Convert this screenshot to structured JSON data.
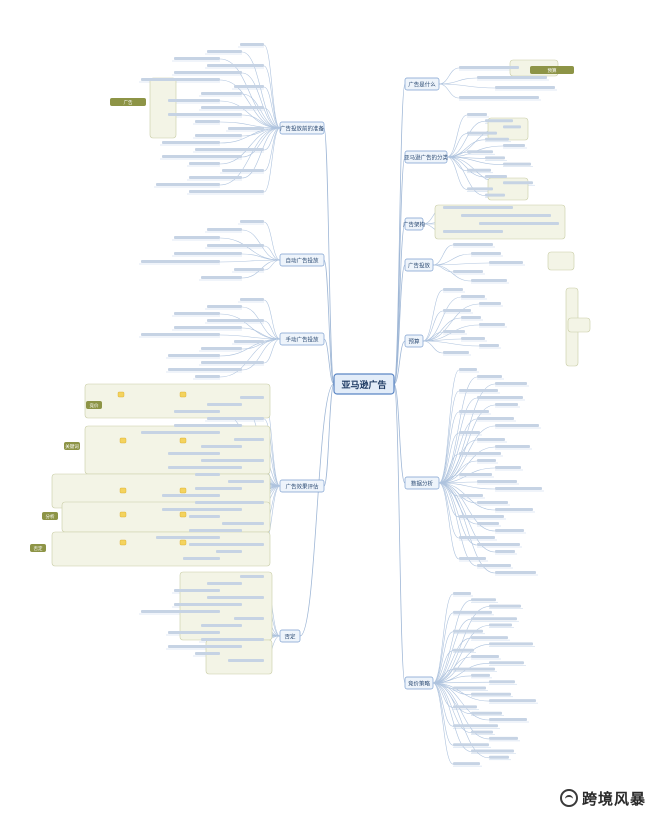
{
  "mindmap": {
    "center": "亚马逊广告",
    "branches": {
      "r1": "广告是什么",
      "r2": "亚马逊广告的分类",
      "r3": "广告架构",
      "r4": "广告投放",
      "r5": "预算",
      "r6": "数据分析",
      "r7": "竞价策略",
      "l1": "广告投放前的准备",
      "l2": "自动广告投放",
      "l3": "手动广告投放",
      "l4": "广告效果评估",
      "l5": "否定"
    },
    "tags": {
      "t1": "广告",
      "t2": "竞价",
      "t3": "关键词",
      "t4": "分析",
      "t5": "否定",
      "t6": "预算"
    }
  },
  "watermark": {
    "text": "跨境风暴",
    "icon": "wechat-logo-icon"
  }
}
